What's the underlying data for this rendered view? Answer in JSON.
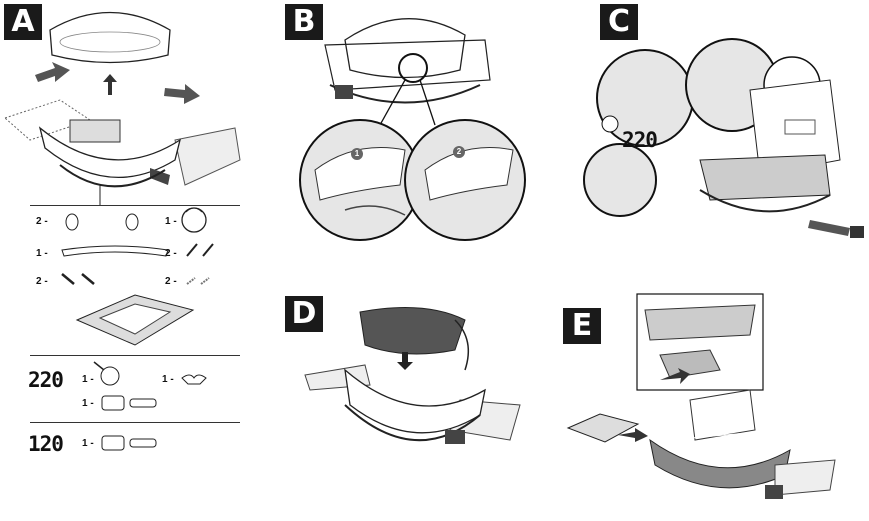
{
  "steps": {
    "a": "A",
    "b": "B",
    "c": "C",
    "d": "D",
    "e": "E"
  },
  "parts_list": {
    "qty_two": "2 -",
    "qty_one": "1 -"
  },
  "models": {
    "m220": "220",
    "m120": "120"
  },
  "callouts": {
    "one": "1",
    "two": "2"
  },
  "colors": {
    "ink": "#1a1a1a",
    "shade": "#bdbdbd",
    "light": "#e6e6e6"
  }
}
